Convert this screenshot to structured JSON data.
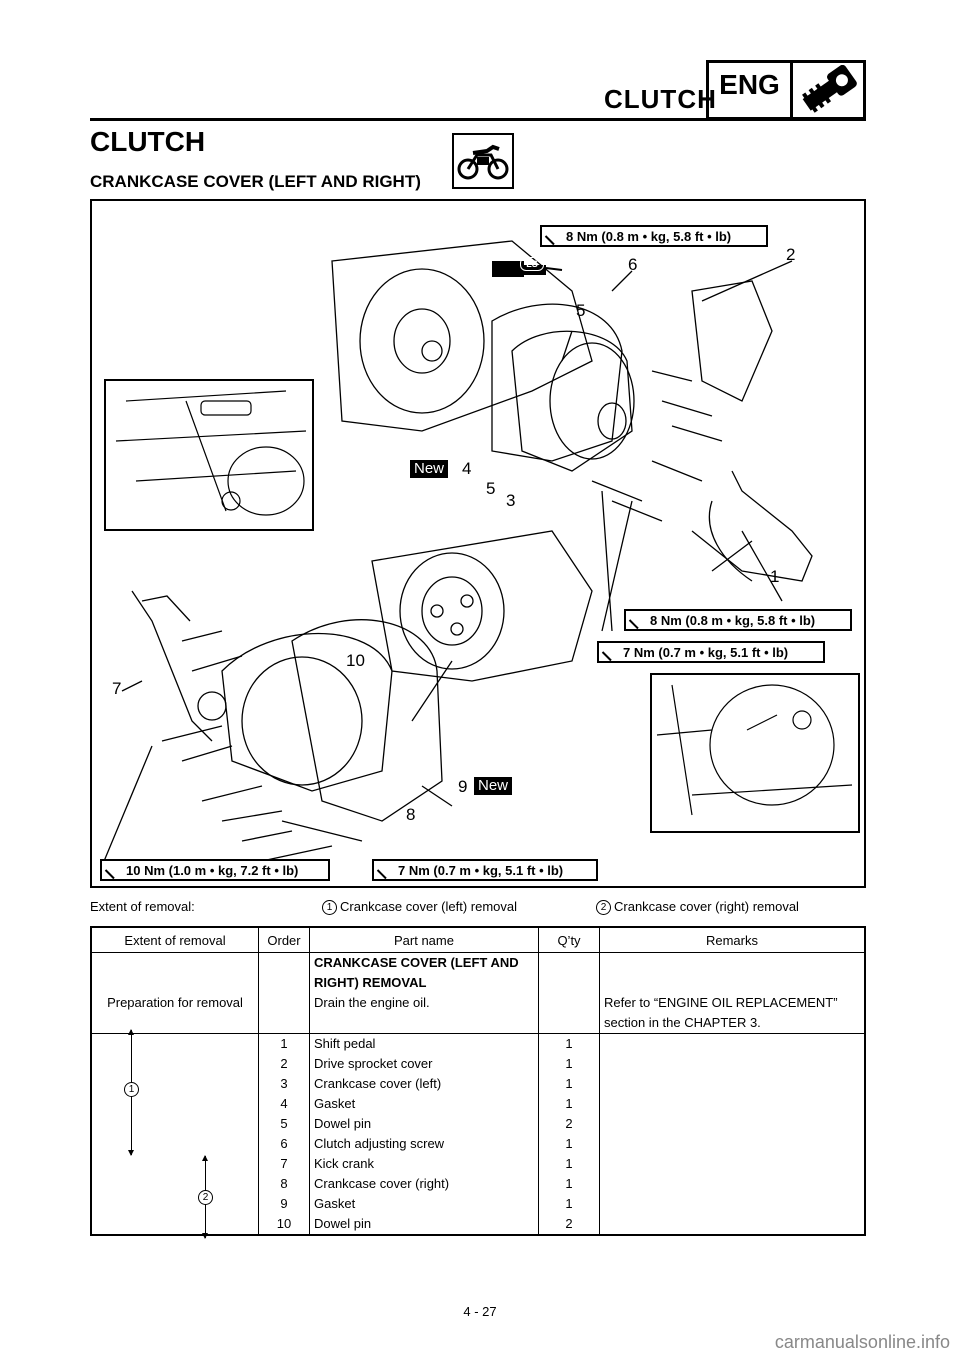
{
  "header": {
    "title": "CLUTCH",
    "badge": "ENG"
  },
  "section": {
    "title": "CLUTCH",
    "subtitle": "CRANKCASE COVER (LEFT AND RIGHT)"
  },
  "figure": {
    "torque_labels": [
      "8 Nm (0.8 m • kg, 5.8 ft • lb)",
      "8 Nm (0.8 m • kg, 5.8 ft • lb)",
      "7 Nm (0.7 m • kg, 5.1 ft • lb)",
      "10 Nm (1.0 m • kg, 7.2 ft • lb)",
      "7 Nm (0.7 m • kg, 5.1 ft • lb)"
    ],
    "lubricant_label": "LS",
    "new_tag": "New",
    "callouts": [
      "1",
      "2",
      "3",
      "4",
      "5",
      "5",
      "6",
      "7",
      "8",
      "9",
      "10"
    ]
  },
  "extent_line": {
    "label": "Extent of removal:",
    "items": [
      {
        "num": "1",
        "text": "Crankcase cover (left) removal"
      },
      {
        "num": "2",
        "text": "Crankcase cover (right) removal"
      }
    ]
  },
  "table": {
    "headers": [
      "Extent of removal",
      "Order",
      "Part name",
      "Q’ty",
      "Remarks"
    ],
    "heading_row": "CRANKCASE COVER (LEFT AND RIGHT) REMOVAL",
    "prep": {
      "extent": "Preparation for removal",
      "part": "Drain the engine oil.",
      "remarks": "Refer to “ENGINE OIL REPLACEMENT” section in the CHAPTER 3."
    },
    "rows": [
      {
        "order": "1",
        "part": "Shift pedal",
        "qty": "1"
      },
      {
        "order": "2",
        "part": "Drive sprocket cover",
        "qty": "1"
      },
      {
        "order": "3",
        "part": "Crankcase cover (left)",
        "qty": "1"
      },
      {
        "order": "4",
        "part": "Gasket",
        "qty": "1"
      },
      {
        "order": "5",
        "part": "Dowel pin",
        "qty": "2"
      },
      {
        "order": "6",
        "part": "Clutch adjusting screw",
        "qty": "1"
      },
      {
        "order": "7",
        "part": "Kick crank",
        "qty": "1"
      },
      {
        "order": "8",
        "part": "Crankcase cover (right)",
        "qty": "1"
      },
      {
        "order": "9",
        "part": "Gasket",
        "qty": "1"
      },
      {
        "order": "10",
        "part": "Dowel pin",
        "qty": "2"
      }
    ],
    "range_labels": [
      "1",
      "2"
    ]
  },
  "page_number": "4 - 27",
  "watermark": "carmanualsonline.info"
}
